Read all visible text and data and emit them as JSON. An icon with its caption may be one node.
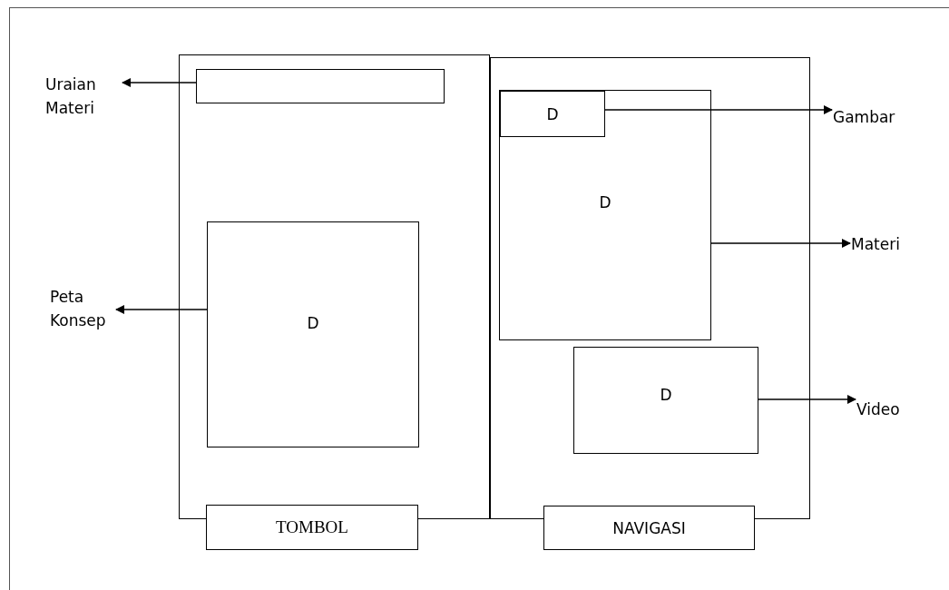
{
  "diagram": {
    "nodes": [
      {
        "text": [],
        "shape": "box"
      },
      {
        "text": [],
        "shape": "box",
        "in": 0
      },
      {
        "text": [
          "D"
        ],
        "in": 0
      },
      {
        "text": [
          "TOMBOL"
        ]
      },
      {
        "text": [],
        "shape": "box"
      },
      {
        "text": [
          "D"
        ],
        "in": 4
      },
      {
        "text": [
          "D"
        ],
        "in": 5
      },
      {
        "text": [
          "D"
        ],
        "in": 4
      },
      {
        "text": [
          "NAVIGASI"
        ]
      },
      {
        "text": [
          "Uraian Materi"
        ]
      },
      {
        "text": [
          "Peta Konsep"
        ]
      },
      {
        "text": [
          "Gambar"
        ]
      },
      {
        "text": [
          "Materi"
        ]
      },
      {
        "text": [
          "Video"
        ]
      }
    ],
    "edges": [
      {
        "from": 1,
        "to": 9,
        "arrow": "to"
      },
      {
        "from": 2,
        "to": 10,
        "arrow": "to"
      },
      {
        "from": 6,
        "to": 11,
        "arrow": "to"
      },
      {
        "from": 5,
        "to": 12,
        "arrow": "to"
      },
      {
        "from": 7,
        "to": 13,
        "arrow": "to"
      }
    ]
  }
}
